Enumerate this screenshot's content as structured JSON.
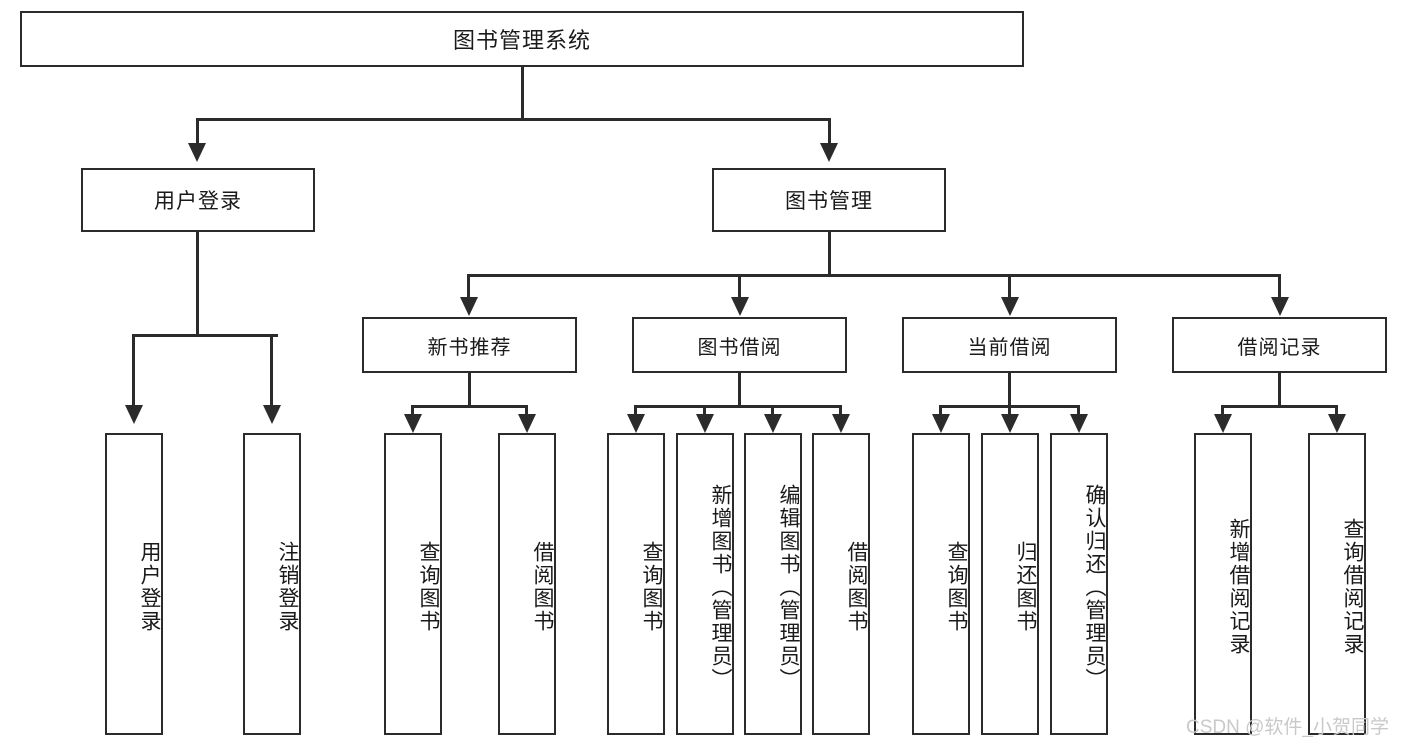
{
  "diagram": {
    "title": "图书管理系统",
    "type": "hierarchy-tree",
    "root": {
      "label": "图书管理系统"
    },
    "level2": [
      {
        "label": "用户登录"
      },
      {
        "label": "图书管理"
      }
    ],
    "level3": [
      {
        "label": "新书推荐"
      },
      {
        "label": "图书借阅"
      },
      {
        "label": "当前借阅"
      },
      {
        "label": "借阅记录"
      }
    ],
    "leaves": {
      "user_login": [
        {
          "label": "用户登录"
        },
        {
          "label": "注销登录"
        }
      ],
      "new_book_recommend": [
        {
          "label": "查询图书"
        },
        {
          "label": "借阅图书"
        }
      ],
      "book_borrow": [
        {
          "label": "查询图书"
        },
        {
          "label": "新增图书（管理员）"
        },
        {
          "label": "编辑图书（管理员）"
        },
        {
          "label": "借阅图书"
        }
      ],
      "current_borrow": [
        {
          "label": "查询图书"
        },
        {
          "label": "归还图书"
        },
        {
          "label": "确认归还（管理员）"
        }
      ],
      "borrow_record": [
        {
          "label": "新增借阅记录"
        },
        {
          "label": "查询借阅记录"
        }
      ]
    }
  },
  "watermark": {
    "text": "CSDN @软件_小贺同学"
  },
  "colors": {
    "stroke": "#2b2b2b",
    "fill": "#ffffff",
    "text": "#1a1a1a",
    "watermark": "#c9c9c9"
  }
}
